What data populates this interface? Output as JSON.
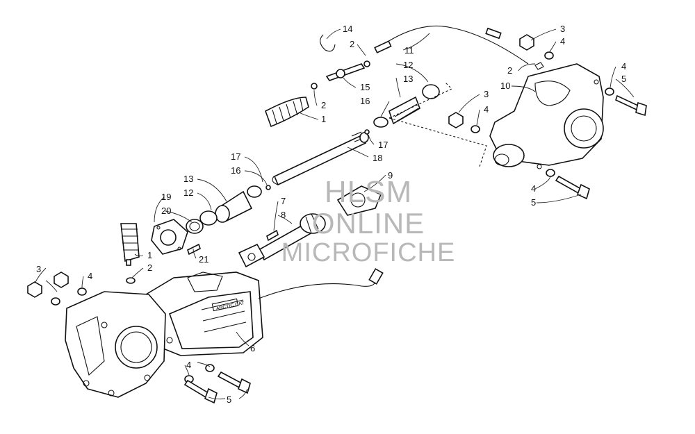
{
  "watermark": {
    "line1": "HLSM",
    "line2": "ONLINE",
    "line3": "MICROFICHE"
  },
  "diagram": {
    "callouts": [
      "14",
      "2",
      "11",
      "3",
      "4",
      "12",
      "13",
      "2",
      "10",
      "4",
      "5",
      "15",
      "16",
      "2",
      "3",
      "1",
      "4",
      "17",
      "18",
      "9",
      "17",
      "16",
      "13",
      "12",
      "19",
      "7",
      "20",
      "8",
      "1",
      "21",
      "2",
      "3",
      "4",
      "6",
      "4",
      "5",
      "4",
      "5"
    ],
    "housing_label": "ARCTIC CAT"
  },
  "colors": {
    "line": "#111111",
    "watermark": "#b8b8b8",
    "background": "#ffffff"
  }
}
